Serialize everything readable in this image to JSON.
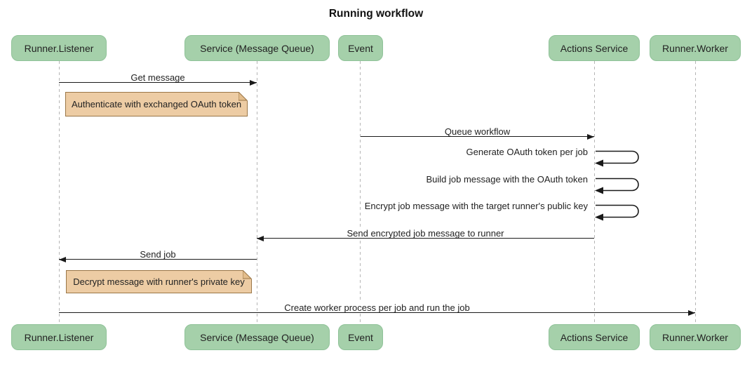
{
  "title": "Running workflow",
  "actors": [
    {
      "name": "Runner.Listener"
    },
    {
      "name": "Service (Message Queue)"
    },
    {
      "name": "Event"
    },
    {
      "name": "Actions Service"
    },
    {
      "name": "Runner.Worker"
    }
  ],
  "messages": [
    {
      "label": "Get message",
      "from": "Runner.Listener",
      "to": "Service (Message Queue)",
      "type": "arrow",
      "direction": "right"
    },
    {
      "label": "Queue workflow",
      "from": "Event",
      "to": "Actions Service",
      "type": "arrow",
      "direction": "right"
    },
    {
      "label": "Generate OAuth token per job",
      "from": "Actions Service",
      "to": "Actions Service",
      "type": "self"
    },
    {
      "label": "Build job message with the OAuth token",
      "from": "Actions Service",
      "to": "Actions Service",
      "type": "self"
    },
    {
      "label": "Encrypt job message with the target runner's public key",
      "from": "Actions Service",
      "to": "Actions Service",
      "type": "self"
    },
    {
      "label": "Send encrypted job message to runner",
      "from": "Actions Service",
      "to": "Service (Message Queue)",
      "type": "arrow",
      "direction": "left"
    },
    {
      "label": "Send job",
      "from": "Service (Message Queue)",
      "to": "Runner.Listener",
      "type": "arrow",
      "direction": "left"
    },
    {
      "label": "Create worker process per job and run the job",
      "from": "Runner.Listener",
      "to": "Runner.Worker",
      "type": "arrow",
      "direction": "right"
    }
  ],
  "notes": [
    {
      "text": "Authenticate with exchanged OAuth token",
      "position": "right of Runner.Listener"
    },
    {
      "text": "Decrypt message with runner's private key",
      "position": "right of Runner.Listener"
    }
  ],
  "colors": {
    "actor_fill": "#a5d0aa",
    "actor_border": "#8fc298",
    "note_fill": "#edcca4",
    "note_border": "#9a7647",
    "lifeline": "#b5b5b5",
    "arrow": "#1a1a1a",
    "text": "#222222"
  }
}
